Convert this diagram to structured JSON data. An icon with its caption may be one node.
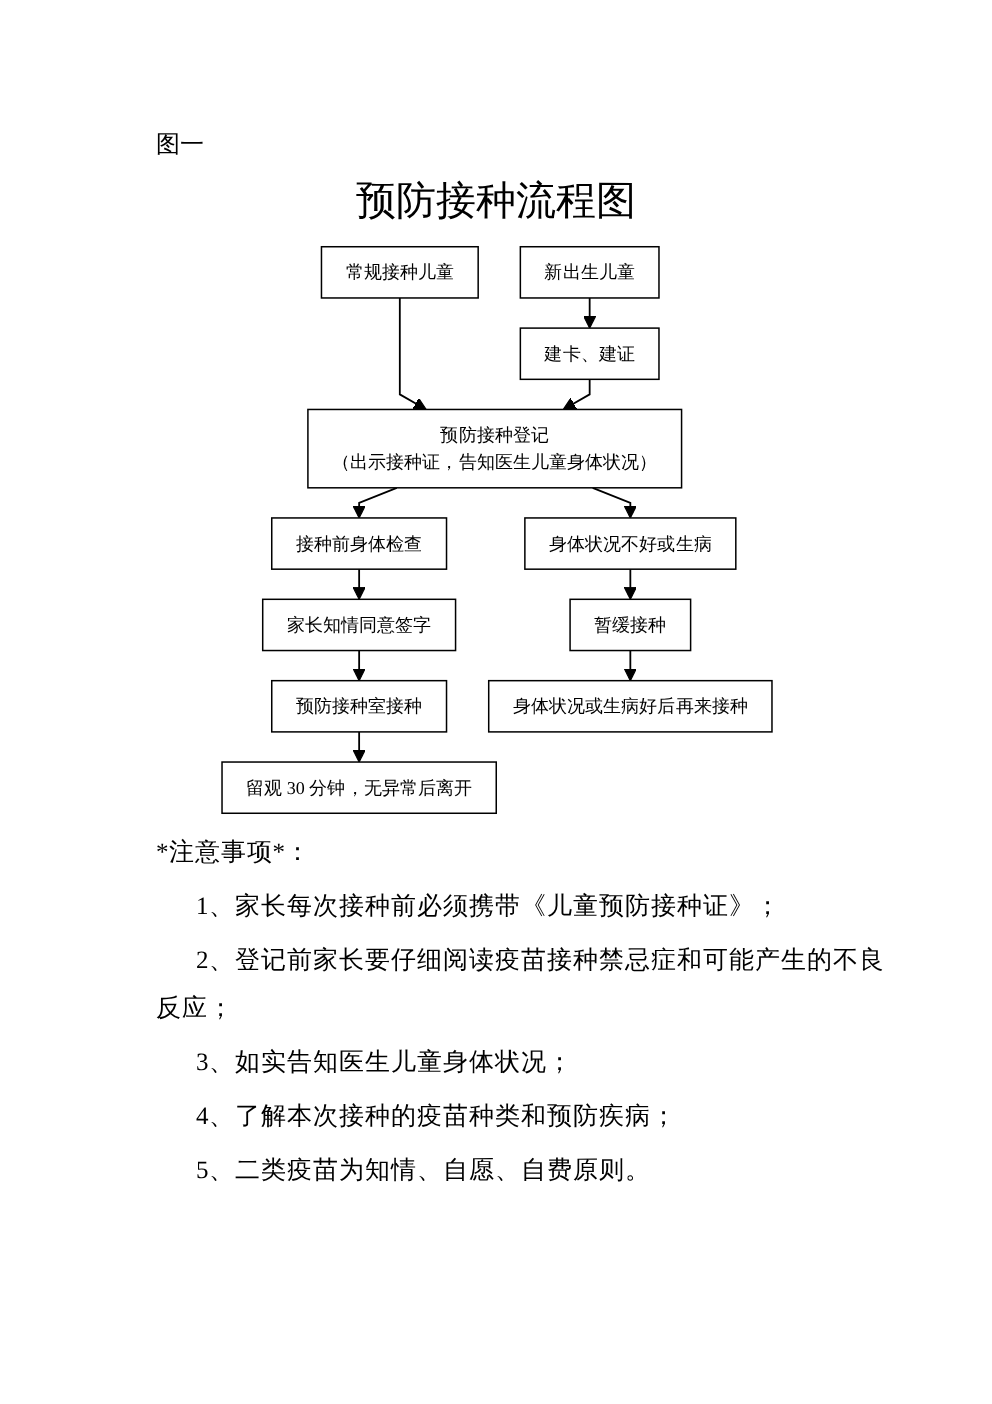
{
  "diagram": {
    "title": "预防接种流程图",
    "nodes": [
      {
        "text": [
          "常规接种儿童"
        ]
      },
      {
        "text": [
          "新出生儿童"
        ]
      },
      {
        "text": [
          "建卡、建证"
        ]
      },
      {
        "text": [
          "预防接种登记",
          "（出示接种证，告知医生儿童身体状况）"
        ]
      },
      {
        "text": [
          "接种前身体检查"
        ]
      },
      {
        "text": [
          "身体状况不好或生病"
        ]
      },
      {
        "text": [
          "家长知情同意签字"
        ]
      },
      {
        "text": [
          "暂缓接种"
        ]
      },
      {
        "text": [
          "预防接种室接种"
        ]
      },
      {
        "text": [
          "身体状况或生病好后再来接种"
        ]
      },
      {
        "text": [
          "留观 30 分钟，无异常后离开"
        ]
      }
    ],
    "edges": [
      {
        "from": 0,
        "to": 3,
        "arrow": "to"
      },
      {
        "from": 1,
        "to": 2,
        "arrow": "to"
      },
      {
        "from": 2,
        "to": 3,
        "arrow": "to"
      },
      {
        "from": 3,
        "to": 4,
        "arrow": "to"
      },
      {
        "from": 3,
        "to": 5,
        "arrow": "to"
      },
      {
        "from": 4,
        "to": 6,
        "arrow": "to"
      },
      {
        "from": 6,
        "to": 8,
        "arrow": "to"
      },
      {
        "from": 8,
        "to": 10,
        "arrow": "to"
      },
      {
        "from": 5,
        "to": 7,
        "arrow": "to"
      },
      {
        "from": 7,
        "to": 9,
        "arrow": "to"
      }
    ],
    "labels": [
      "图一",
      "*注意事项*：",
      "1、家长每次接种前必须携带《儿童预防接种证》；",
      "2、登记前家长要仔细阅读疫苗接种禁忌症和可能产生的不良反应；",
      "3、如实告知医生儿童身体状况；",
      "4、了解本次接种的疫苗种类和预防疾病；",
      "5、二类疫苗为知情、自愿、自费原则。"
    ]
  }
}
